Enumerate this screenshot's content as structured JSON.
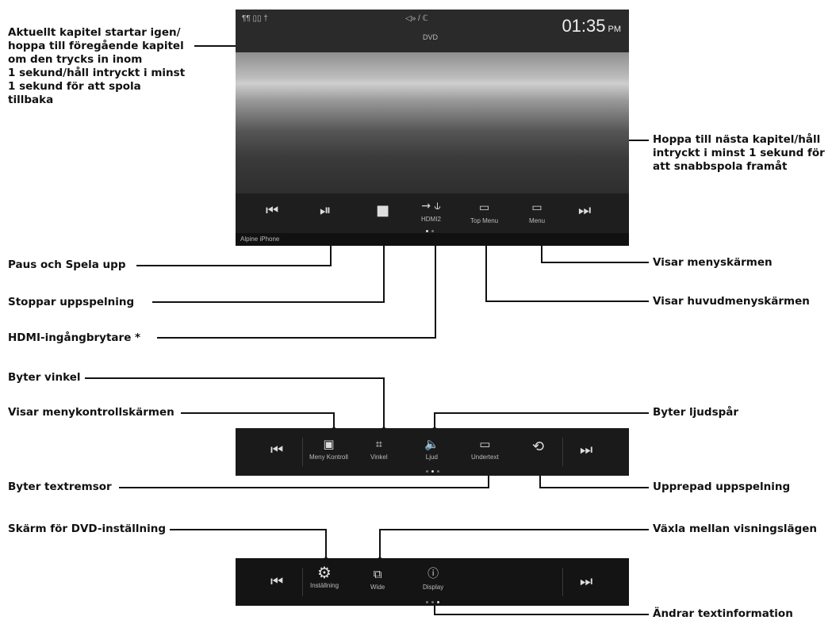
{
  "screen": {
    "status_icons": "¶¶ ▯▯ †",
    "center_status": "◁» / ℂ",
    "source": "DVD",
    "clock": "01:35",
    "ampm": "PM",
    "source_bar_label": "Alpine iPhone",
    "buttons": {
      "hdmi": "HDMI2",
      "top_menu": "Top Menu",
      "menu": "Menu"
    }
  },
  "bar2": {
    "meny_kontroll": "Meny Kontroll",
    "vinkel": "Vinkel",
    "ljud": "Ljud",
    "undertext": "Undertext"
  },
  "bar3": {
    "installning": "Inställning",
    "wide": "Wide",
    "display": "Display"
  },
  "annotations": {
    "prev": [
      "Aktuellt kapitel startar igen/",
      "hoppa till föregående kapitel",
      "om den trycks in inom",
      "1 sekund/håll intryckt i minst",
      "1 sekund för att spola",
      "tillbaka"
    ],
    "next": [
      "Hoppa till nästa kapitel/håll",
      "intryckt i minst 1 sekund för",
      "att snabbspola framåt"
    ],
    "play_pause": "Paus och Spela upp",
    "stop": "Stoppar uppspelning",
    "hdmi": "HDMI-ingångbrytare *",
    "menu": "Visar menyskärmen",
    "top_menu": "Visar huvudmenyskärmen",
    "angle": "Byter vinkel",
    "menu_control": "Visar menykontrollskärmen",
    "audio": "Byter ljudspår",
    "subtitle": "Byter textremsor",
    "repeat": "Upprepad uppspelning",
    "dvd_setup": "Skärm för DVD-inställning",
    "view_mode": "Växla mellan visningslägen",
    "text_info": "Ändrar textinformation"
  }
}
